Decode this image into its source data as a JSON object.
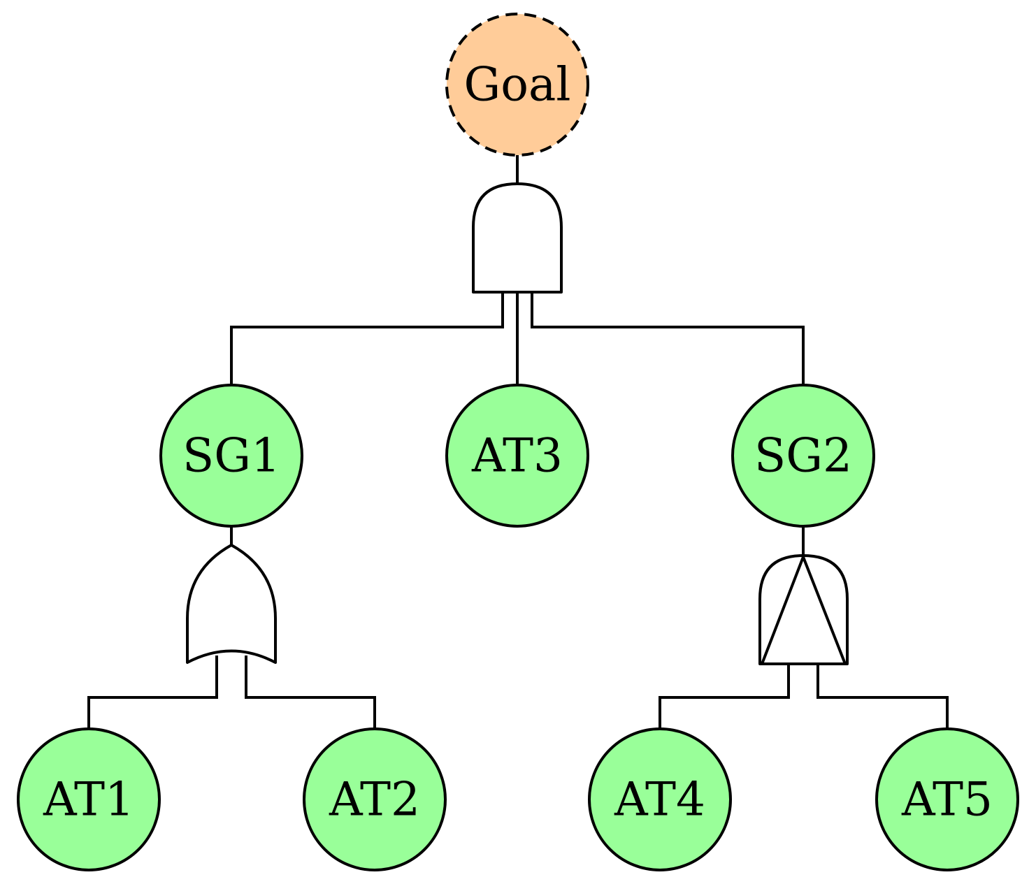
{
  "colors": {
    "goal_fill": "#FFCC99",
    "node_fill": "#99FF99",
    "stroke": "#000000"
  },
  "nodes": {
    "goal": {
      "label": "Goal",
      "type": "goal"
    },
    "sg1": {
      "label": "SG1",
      "type": "sub-goal"
    },
    "at3": {
      "label": "AT3",
      "type": "attack"
    },
    "sg2": {
      "label": "SG2",
      "type": "sub-goal"
    },
    "at1": {
      "label": "AT1",
      "type": "attack"
    },
    "at2": {
      "label": "AT2",
      "type": "attack"
    },
    "at4": {
      "label": "AT4",
      "type": "attack"
    },
    "at5": {
      "label": "AT5",
      "type": "attack"
    }
  },
  "gates": {
    "goal_gate": {
      "type": "AND",
      "parent": "goal",
      "children": [
        "sg1",
        "at3",
        "sg2"
      ]
    },
    "sg1_gate": {
      "type": "OR",
      "parent": "sg1",
      "children": [
        "at1",
        "at2"
      ]
    },
    "sg2_gate": {
      "type": "SAND",
      "parent": "sg2",
      "children": [
        "at4",
        "at5"
      ]
    }
  }
}
